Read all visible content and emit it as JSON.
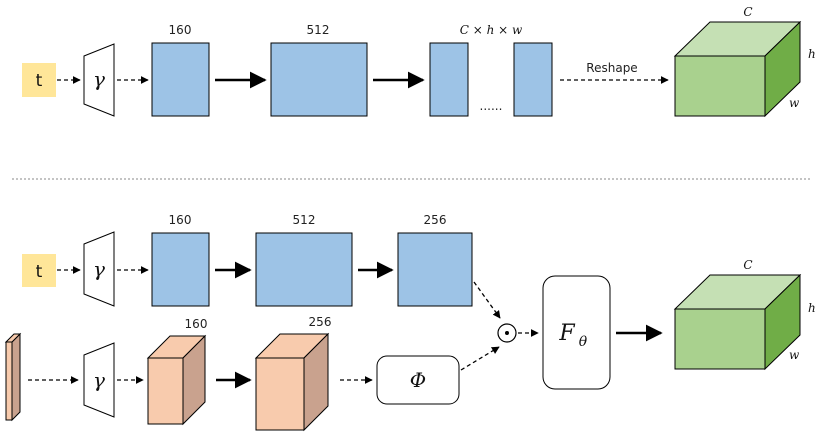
{
  "colors": {
    "blue_block": "#9dc3e6",
    "input_t": "#ffe699",
    "green_front": "#a9d18e",
    "green_top": "#c5e0b4",
    "green_side": "#70ad47",
    "peach_front": "#f8cbad",
    "peach_side": "#c9a28e"
  },
  "top": {
    "t": "t",
    "gamma": "γ",
    "dim1": "160",
    "dim2": "512",
    "dim3": "C × h × w",
    "dots": "......",
    "reshape": "Reshape",
    "cube_c": "C",
    "cube_h": "h",
    "cube_w": "w"
  },
  "bottom": {
    "t": "t",
    "gamma1": "γ",
    "gamma2": "γ",
    "dim1": "160",
    "dim2": "512",
    "dim3": "256",
    "vol_dim1": "160",
    "vol_dim2": "256",
    "phi": "Φ",
    "odot": "⊙",
    "f_theta": "F",
    "f_sub": "θ",
    "cube_c": "C",
    "cube_h": "h",
    "cube_w": "w"
  }
}
